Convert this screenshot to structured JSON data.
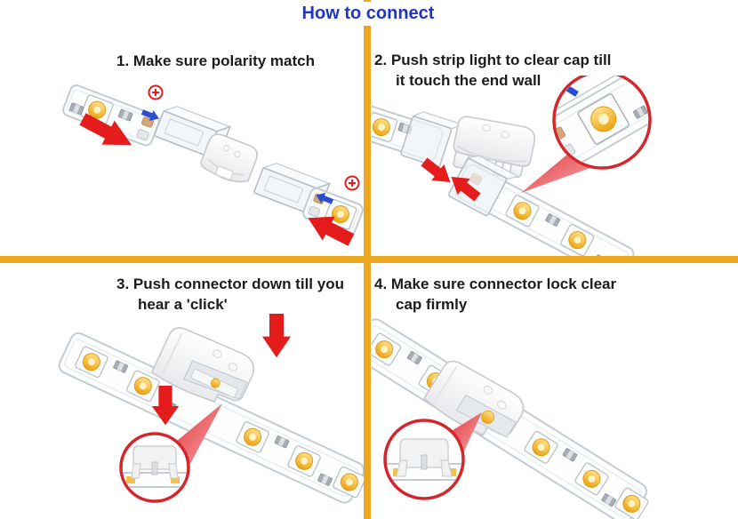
{
  "header": {
    "title": "How to connect"
  },
  "steps": [
    {
      "number": "1",
      "label": "1. Make sure polarity match"
    },
    {
      "number": "2",
      "label": "2. Push strip light to clear cap till\nit touch the end wall"
    },
    {
      "number": "3",
      "label": "3. Push connector down till you\nhear a 'click'"
    },
    {
      "number": "4",
      "label": "4. Make sure connector lock clear\ncap firmly"
    }
  ],
  "icons": {
    "polarity_plus_icon": "plus sign inside red circle",
    "red_arrow_icon": "solid red push-direction arrow",
    "blue_arrow_icon": "small blue insert-direction arrow",
    "magnifier_inset": "red-ringed zoom circle with callout wedge"
  },
  "colors": {
    "title_blue": "#2135c4",
    "divider_gold": "#eaa71f",
    "arrow_red": "#e41c1c",
    "arrow_blue": "#2a4fd0",
    "ring_red": "#d5262b",
    "led_yellow": "#eea312"
  }
}
